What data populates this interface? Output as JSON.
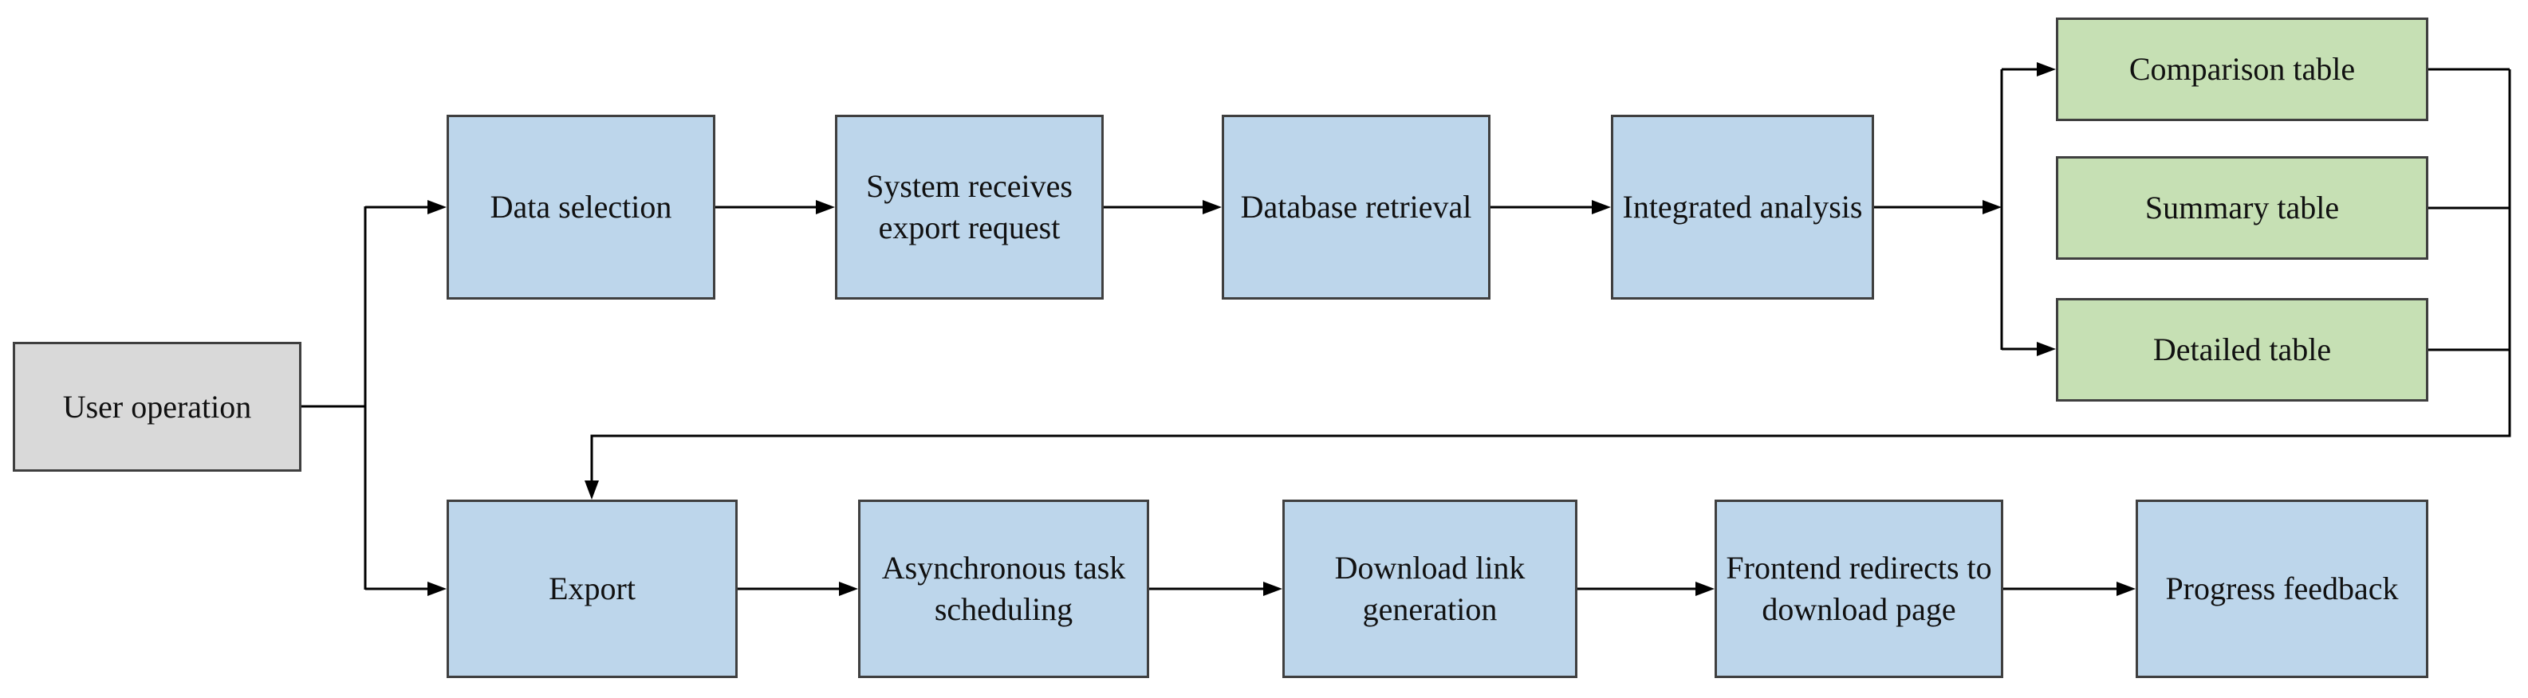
{
  "colors": {
    "process_fill": "#BDD6EB",
    "table_fill": "#C6E0B4",
    "user_fill": "#D9D9D9",
    "node_border": "#3F3F3F",
    "line": "#000000",
    "text": "#111111",
    "background": "#FFFFFF"
  },
  "diagram": {
    "type": "flowchart",
    "nodes": {
      "user_operation": {
        "label": "User operation",
        "type": "user"
      },
      "data_selection": {
        "label": "Data selection",
        "type": "process"
      },
      "system_receives_export_request": {
        "label": "System receives\nexport request",
        "type": "process"
      },
      "database_retrieval": {
        "label": "Database retrieval",
        "type": "process"
      },
      "integrated_analysis": {
        "label": "Integrated analysis",
        "type": "process"
      },
      "comparison_table": {
        "label": "Comparison table",
        "type": "table"
      },
      "summary_table": {
        "label": "Summary table",
        "type": "table"
      },
      "detailed_table": {
        "label": "Detailed table",
        "type": "table"
      },
      "export": {
        "label": "Export",
        "type": "process"
      },
      "asynchronous_task_scheduling": {
        "label": "Asynchronous task\nscheduling",
        "type": "process"
      },
      "download_link_generation": {
        "label": "Download link\ngeneration",
        "type": "process"
      },
      "frontend_redirects_to_download_page": {
        "label": "Frontend redirects to\ndownload page",
        "type": "process"
      },
      "progress_feedback": {
        "label": "Progress feedback",
        "type": "process"
      }
    },
    "edges": [
      {
        "from": "user_operation",
        "to": "data_selection"
      },
      {
        "from": "user_operation",
        "to": "export"
      },
      {
        "from": "data_selection",
        "to": "system_receives_export_request"
      },
      {
        "from": "system_receives_export_request",
        "to": "database_retrieval"
      },
      {
        "from": "database_retrieval",
        "to": "integrated_analysis"
      },
      {
        "from": "integrated_analysis",
        "to": "comparison_table"
      },
      {
        "from": "integrated_analysis",
        "to": "summary_table"
      },
      {
        "from": "integrated_analysis",
        "to": "detailed_table"
      },
      {
        "from": "comparison_table",
        "to": "export"
      },
      {
        "from": "summary_table",
        "to": "export"
      },
      {
        "from": "detailed_table",
        "to": "export"
      },
      {
        "from": "export",
        "to": "asynchronous_task_scheduling"
      },
      {
        "from": "asynchronous_task_scheduling",
        "to": "download_link_generation"
      },
      {
        "from": "download_link_generation",
        "to": "frontend_redirects_to_download_page"
      },
      {
        "from": "frontend_redirects_to_download_page",
        "to": "progress_feedback"
      }
    ]
  }
}
